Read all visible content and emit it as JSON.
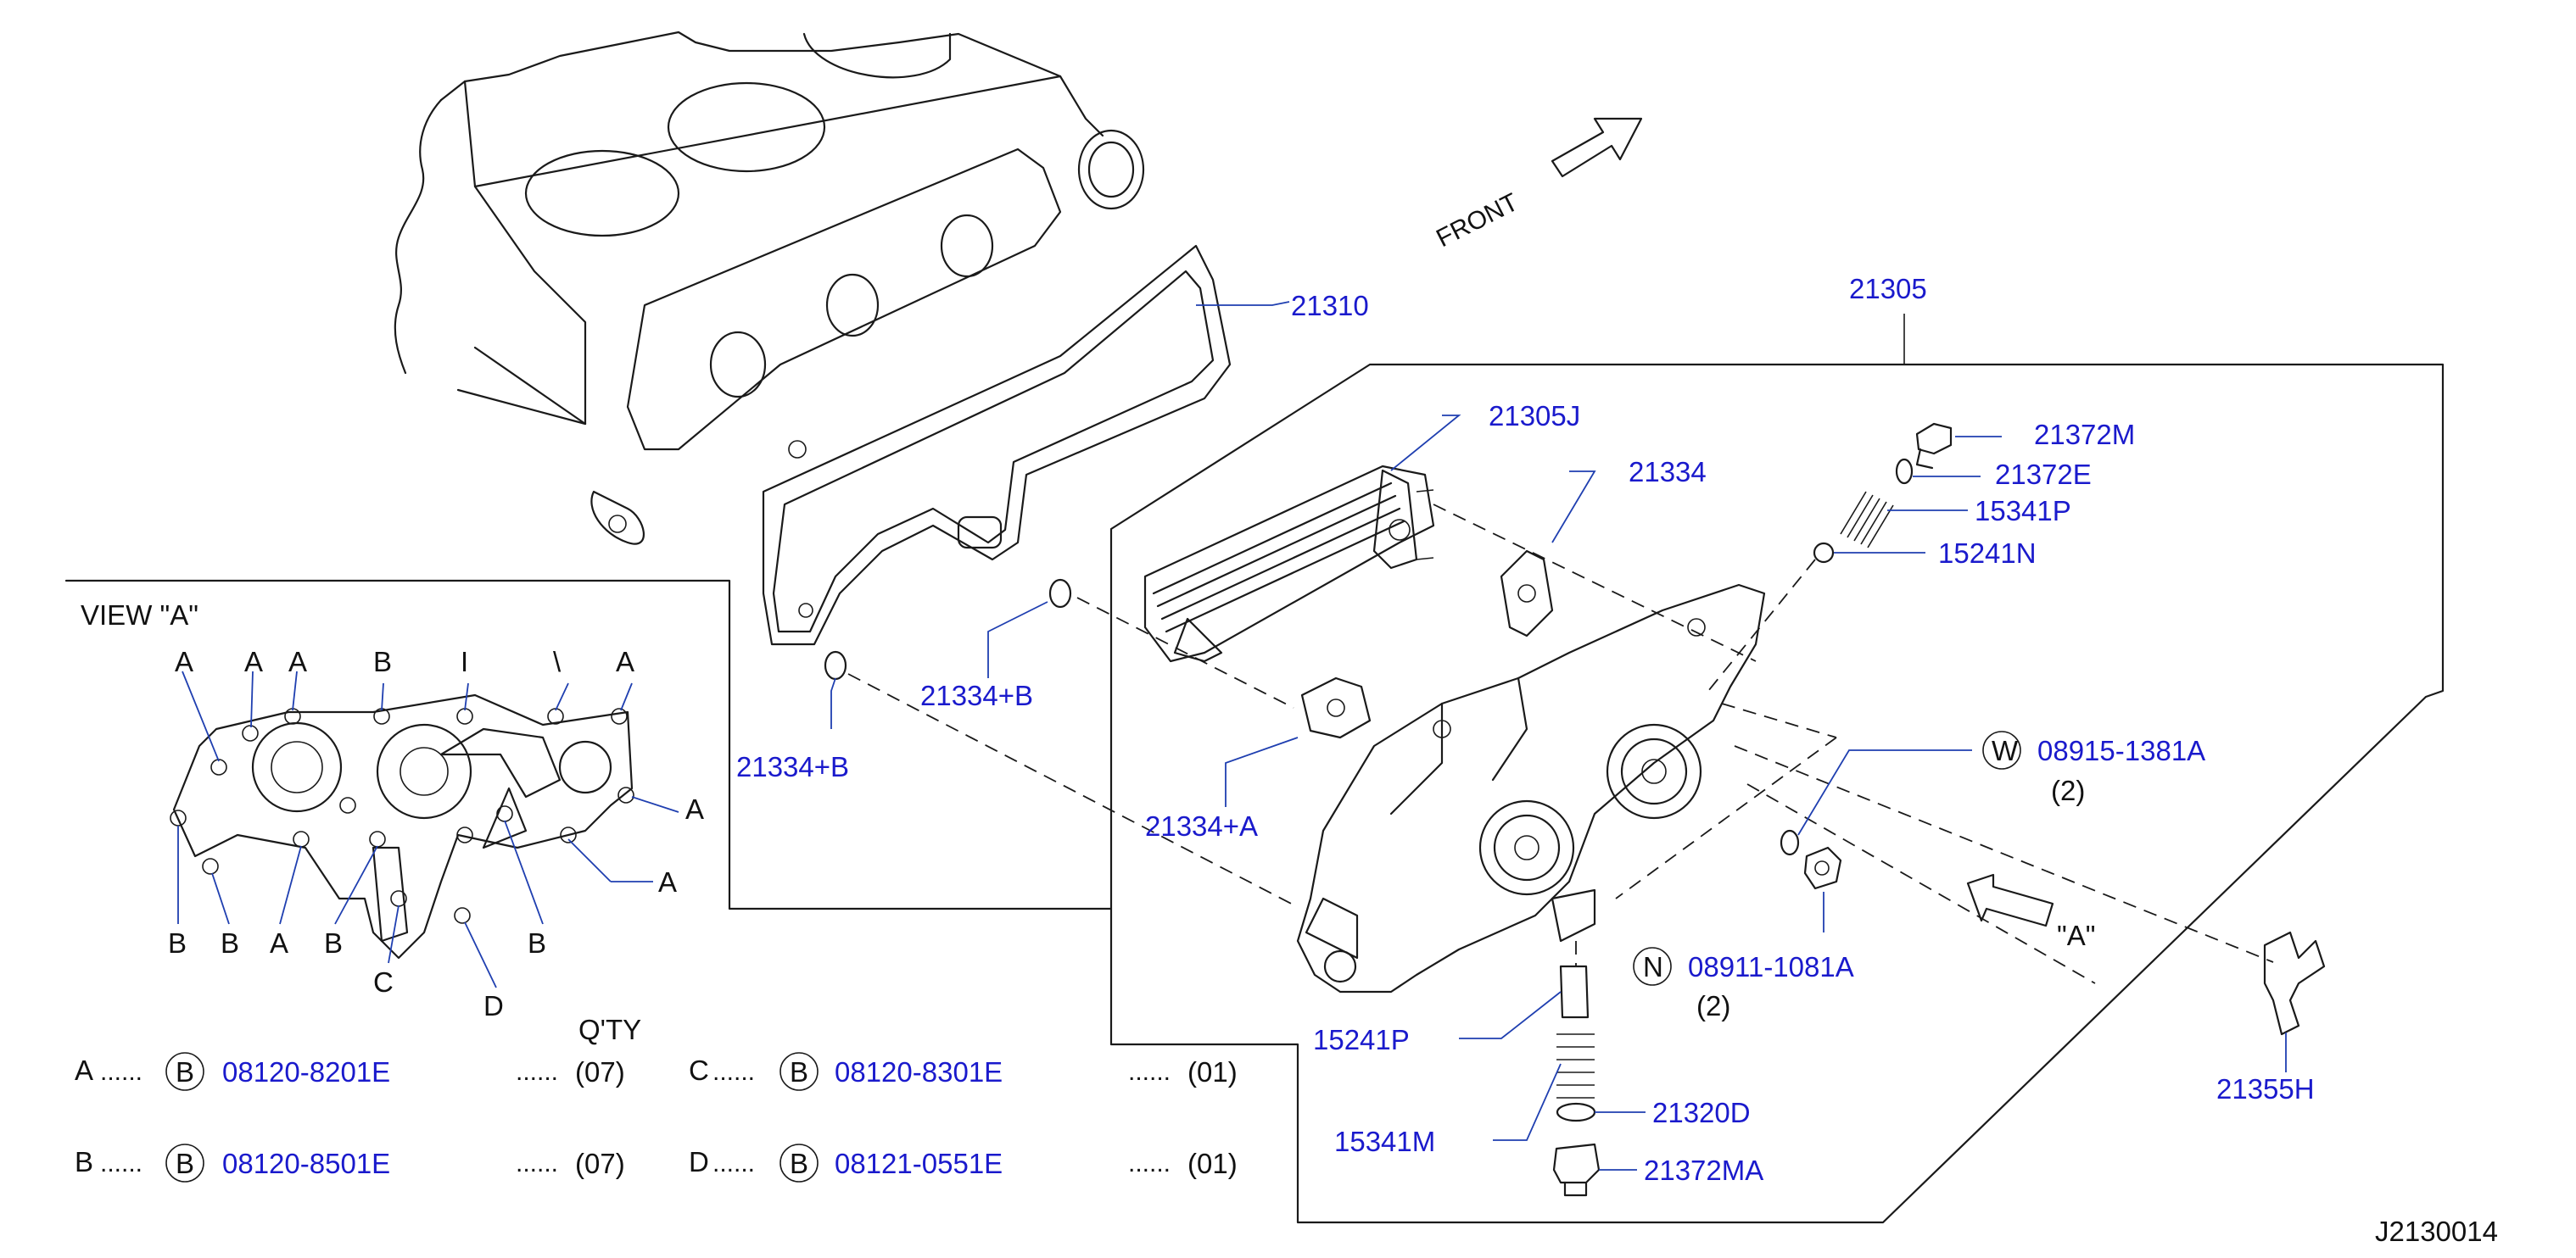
{
  "diagram_id": "J2130014",
  "front_label": "FRONT",
  "view_a": {
    "title": "VIEW  \"A\"",
    "top_letters": [
      "A",
      "A",
      "A",
      "B",
      "I",
      "\\",
      "A"
    ],
    "right_letters": [
      "A",
      "A"
    ],
    "bottom_letters": [
      "B",
      "B",
      "A",
      "B",
      "C",
      "D",
      "B"
    ]
  },
  "view_arrow_label": "\"A\"",
  "callouts": {
    "p21310": "21310",
    "p21305": "21305",
    "p21305J": "21305J",
    "p21334": "21334",
    "p21372M": "21372M",
    "p21372E": "21372E",
    "p15341P": "15341P",
    "p15241N": "15241N",
    "p21334B_1": "21334+B",
    "p21334B_2": "21334+B",
    "p21334A": "21334+A",
    "p08915": "08915-1381A",
    "p08915_qty": "(2)",
    "p08915_symbol": "W",
    "p08911": "08911-1081A",
    "p08911_qty": "(2)",
    "p08911_symbol": "N",
    "p21355H": "21355H",
    "p15241P": "15241P",
    "p15341M": "15341M",
    "p21320D": "21320D",
    "p21372MA": "21372MA"
  },
  "bolt_table": {
    "qty_header": "Q'TY",
    "rows": [
      {
        "letter": "A",
        "dots": "......",
        "symbol": "B",
        "part": "08120-8201E",
        "qty_dots": "......",
        "qty": "(07)"
      },
      {
        "letter": "C",
        "dots": "......",
        "symbol": "B",
        "part": "08120-8301E",
        "qty_dots": "......",
        "qty": "(01)"
      },
      {
        "letter": "B",
        "dots": "......",
        "symbol": "B",
        "part": "08120-8501E",
        "qty_dots": "......",
        "qty": "(07)"
      },
      {
        "letter": "D",
        "dots": "......",
        "symbol": "B",
        "part": "08121-0551E",
        "qty_dots": "......",
        "qty": "(01)"
      }
    ]
  },
  "colors": {
    "part_number": "#1a1acc",
    "line": "#1a1a1a",
    "leader": "#1f3fb0"
  }
}
